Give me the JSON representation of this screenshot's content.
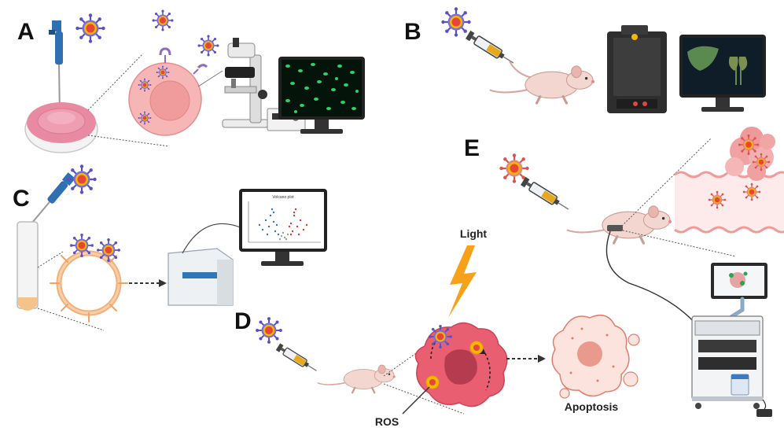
{
  "panels": [
    {
      "id": "A",
      "label": "A"
    },
    {
      "id": "B",
      "label": "B"
    },
    {
      "id": "C",
      "label": "C"
    },
    {
      "id": "D",
      "label": "D"
    },
    {
      "id": "E",
      "label": "E"
    }
  ],
  "captions": {
    "light": "Light",
    "ros": "ROS",
    "apoptosis": "Apoptosis"
  },
  "monitor_c_title": "Volcano plot",
  "colors": {
    "nanoparticle_core": "#e8443a",
    "nanoparticle_ring": "#f5b800",
    "nanoparticle_spikes_blue": "#6a5acd",
    "nanoparticle_spikes_red": "#d9534f",
    "cell_pink": "#f4a6a6",
    "tumor_red": "#e5546a",
    "lightning": "#f7a11a",
    "screen": "#0d1a2a"
  }
}
